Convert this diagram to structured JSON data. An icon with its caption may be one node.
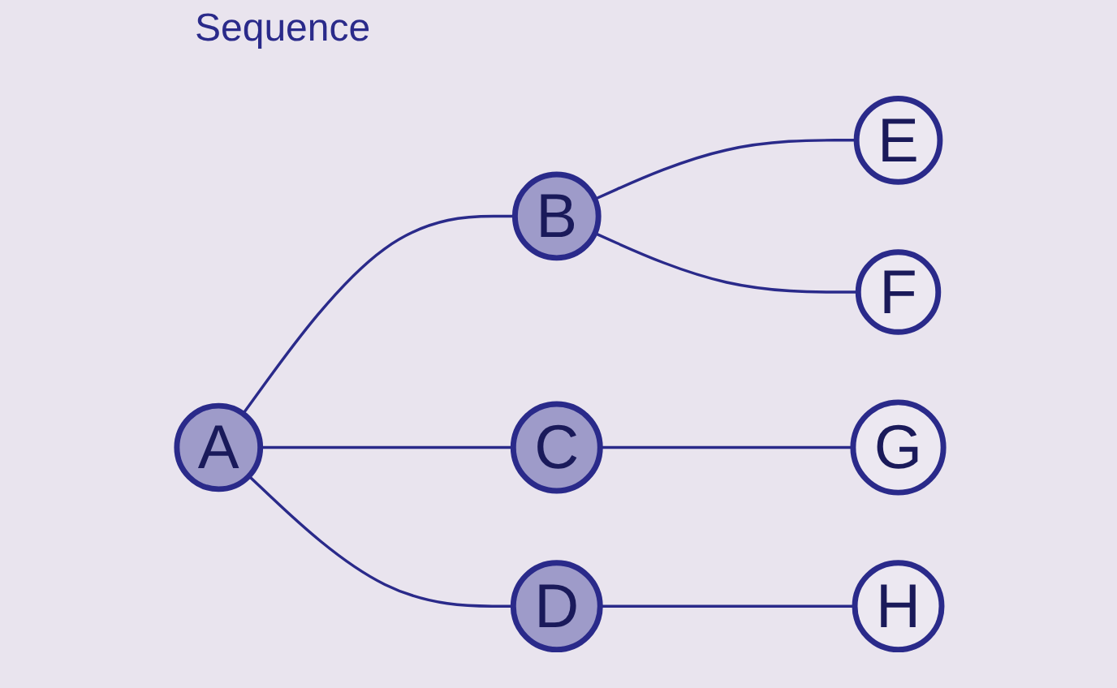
{
  "diagram": {
    "title": "Sequence",
    "nodes": [
      {
        "text": [
          "A"
        ]
      },
      {
        "text": [
          "B"
        ]
      },
      {
        "text": [
          "C"
        ]
      },
      {
        "text": [
          "D"
        ]
      },
      {
        "text": [
          "E"
        ]
      },
      {
        "text": [
          "F"
        ]
      },
      {
        "text": [
          "G"
        ]
      },
      {
        "text": [
          "H"
        ]
      }
    ],
    "edges": [
      {
        "from": 0,
        "to": 1,
        "arrow": "none"
      },
      {
        "from": 1,
        "to": 4,
        "arrow": "none"
      },
      {
        "from": 1,
        "to": 5,
        "arrow": "none"
      },
      {
        "from": 0,
        "to": 2,
        "arrow": "none"
      },
      {
        "from": 2,
        "to": 6,
        "arrow": "none"
      },
      {
        "from": 0,
        "to": 3,
        "arrow": "none"
      },
      {
        "from": 3,
        "to": 7,
        "arrow": "none"
      }
    ]
  }
}
